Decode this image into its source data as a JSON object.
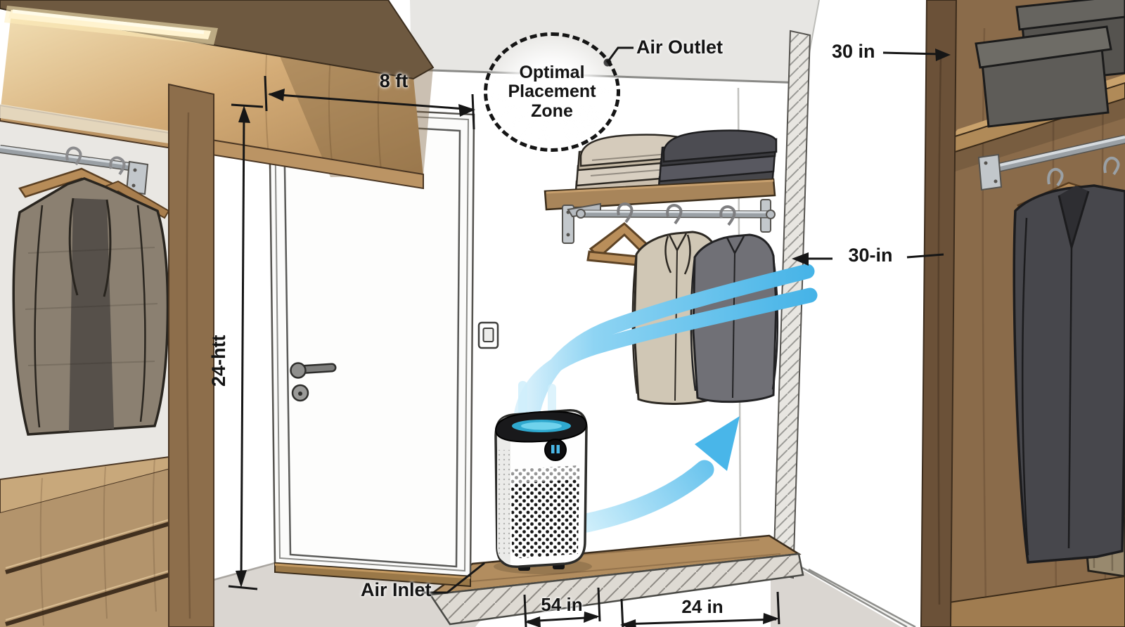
{
  "labels": {
    "placement_zone": {
      "line1": "Optimal",
      "line2": "Placement",
      "line3": "Zone"
    },
    "air_outlet": "Air Outlet",
    "air_inlet": "Air Inlet"
  },
  "dimensions": {
    "door_width": "8 ft",
    "door_height": "24-htt",
    "top_right_clearance": "30 in",
    "side_wall_clearance": "30-in",
    "platform_left": "54 in",
    "platform_right": "24 in"
  },
  "colors": {
    "airflow_blue": "#49b6e9",
    "purifier_glow": "#2fa9cf",
    "ceiling": "#e7e6e3",
    "floor": "#dad6d1",
    "wood_light": "#cda878",
    "wood_mid": "#a98660",
    "wood_dark": "#6b5138",
    "label_text": "#141414"
  }
}
